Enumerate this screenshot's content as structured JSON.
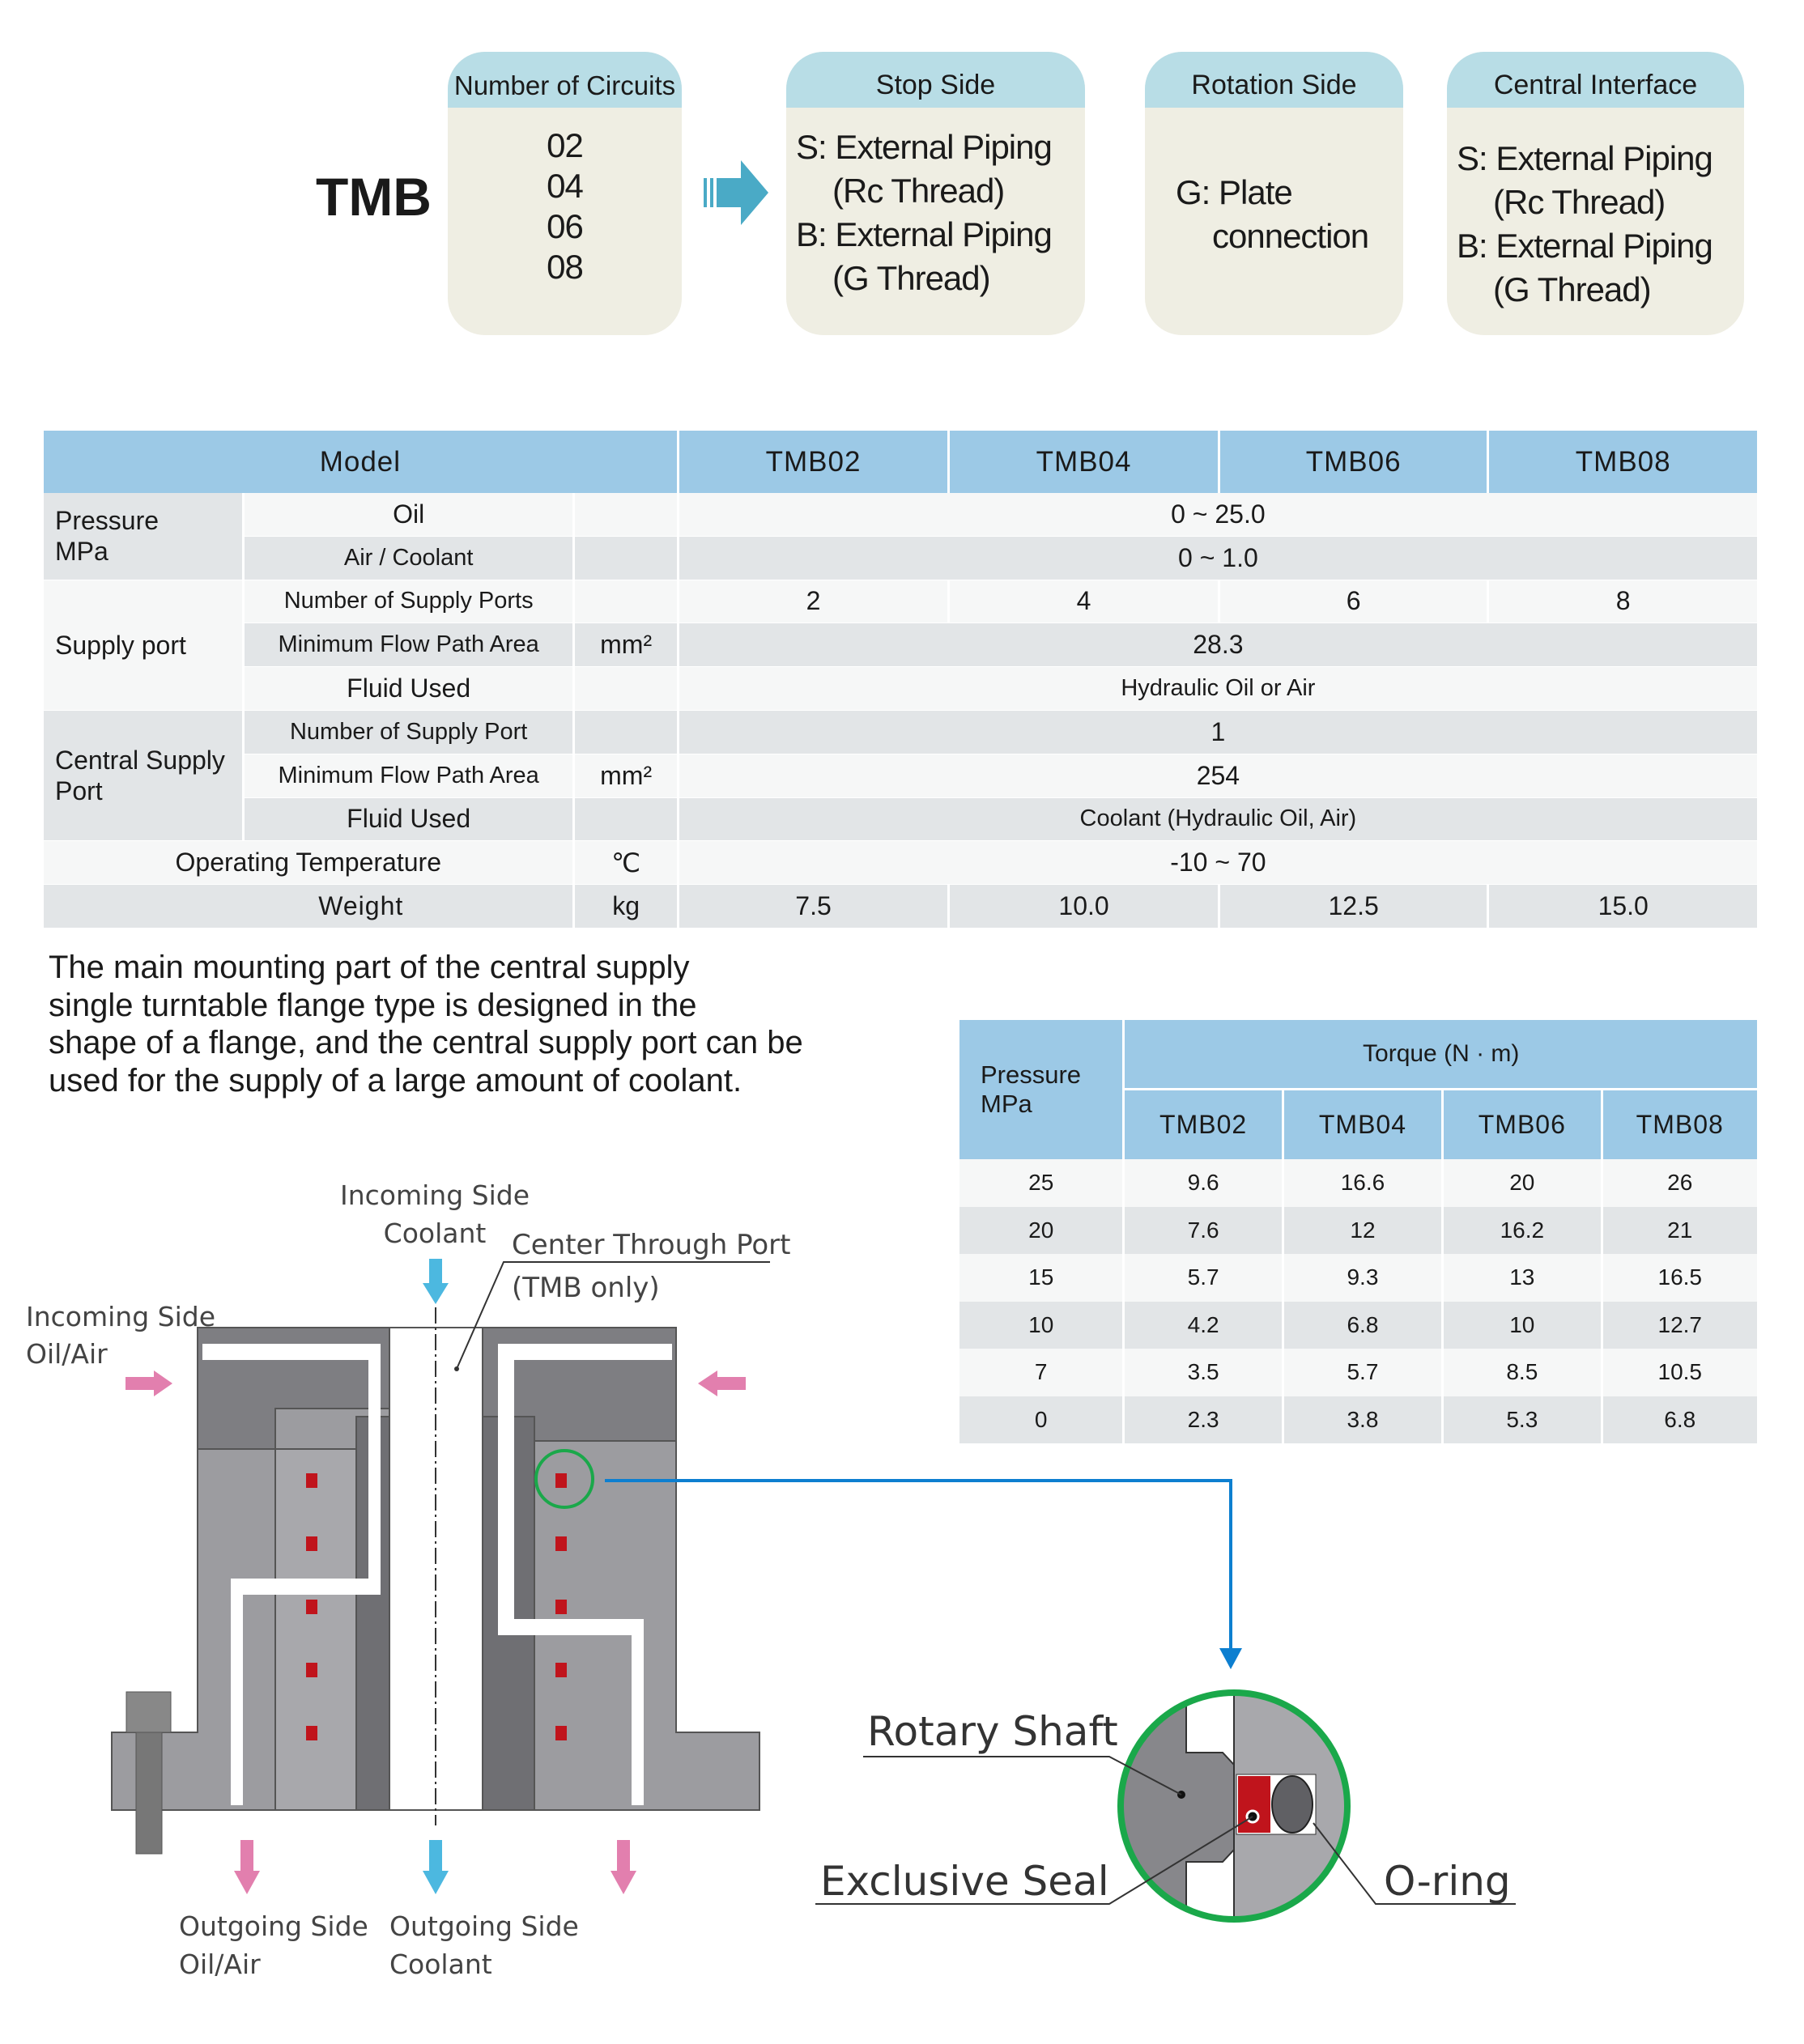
{
  "code": {
    "prefix": "TMB",
    "boxes": [
      {
        "title": "Number of Circuits",
        "lines": [
          "02",
          "04",
          "06",
          "08"
        ]
      },
      {
        "title": "Stop Side",
        "lines": [
          "S: External Piping",
          "(Rc Thread)",
          "B: External Piping",
          "(G Thread)"
        ]
      },
      {
        "title": "Rotation Side",
        "lines": [
          "G: Plate",
          "connection"
        ]
      },
      {
        "title": "Central Interface",
        "lines": [
          "S: External Piping",
          "(Rc Thread)",
          "B: External Piping",
          "(G Thread)"
        ]
      }
    ],
    "arrow_color": "#4aaac6"
  },
  "spec": {
    "header": [
      "Model",
      "TMB02",
      "TMB04",
      "TMB06",
      "TMB08"
    ],
    "pressure": {
      "group": "Pressure",
      "unit_line": "MPa",
      "oil": "Oil",
      "oil_value": "0 ~ 25.0",
      "air": "Air / Coolant",
      "air_value": "0 ~ 1.0"
    },
    "supply": {
      "group": "Supply port",
      "count_label": "Number of Supply Ports",
      "counts": [
        "2",
        "4",
        "6",
        "8"
      ],
      "area_label": "Minimum Flow Path  Area",
      "area_unit": "mm²",
      "area_value": "28.3",
      "fluid_label": "Fluid Used",
      "fluid_value": "Hydraulic Oil or Air"
    },
    "central": {
      "group_1": "Central Supply",
      "group_2": "Port",
      "count_label": "Number of Supply Port",
      "count_value": "1",
      "area_label": "Minimum Flow Path  Area",
      "area_unit": "mm²",
      "area_value": "254",
      "fluid_label": "Fluid Used",
      "fluid_value": "Coolant (Hydraulic Oil, Air)"
    },
    "temp": {
      "label": "Operating Temperature",
      "unit": "℃",
      "value": "-10 ~ 70"
    },
    "weight": {
      "label": "Weight",
      "unit": "kg",
      "values": [
        "7.5",
        "10.0",
        "12.5",
        "15.0"
      ]
    }
  },
  "description": [
    "The main mounting part of the central supply",
    "single turntable flange type is designed in the",
    "shape of a flange, and the central supply port can be",
    "used for the supply of a large amount of coolant."
  ],
  "torque": {
    "pressure_label": "Pressure",
    "pressure_unit": "MPa",
    "title": "Torque (N · m)",
    "models": [
      "TMB02",
      "TMB04",
      "TMB06",
      "TMB08"
    ],
    "rows": [
      [
        "25",
        "9.6",
        "16.6",
        "20",
        "26"
      ],
      [
        "20",
        "7.6",
        "12",
        "16.2",
        "21"
      ],
      [
        "15",
        "5.7",
        "9.3",
        "13",
        "16.5"
      ],
      [
        "10",
        "4.2",
        "6.8",
        "10",
        "12.7"
      ],
      [
        "7",
        "3.5",
        "5.7",
        "8.5",
        "10.5"
      ],
      [
        "0",
        "2.3",
        "3.8",
        "5.3",
        "6.8"
      ]
    ]
  },
  "diagram": {
    "in_coolant_1": "Incoming Side",
    "in_coolant_2": "Coolant",
    "center_port": "Center Through Port",
    "center_port_note": "(TMB only)",
    "in_oil_1": "Incoming Side",
    "in_oil_2": "Oil/Air",
    "out_oil_1": "Outgoing Side",
    "out_oil_2": "Oil/Air",
    "out_coolant_1": "Outgoing Side",
    "out_coolant_2": "Coolant",
    "detail": {
      "shaft": "Rotary Shaft",
      "seal": "Exclusive Seal",
      "oring": "O-ring"
    },
    "colors": {
      "oil_arrow": "#e27fae",
      "coolant_arrow": "#4cb8e0",
      "highlight": "#1aa84a",
      "connector": "#0d7fd0",
      "seal": "#c0141c"
    }
  }
}
